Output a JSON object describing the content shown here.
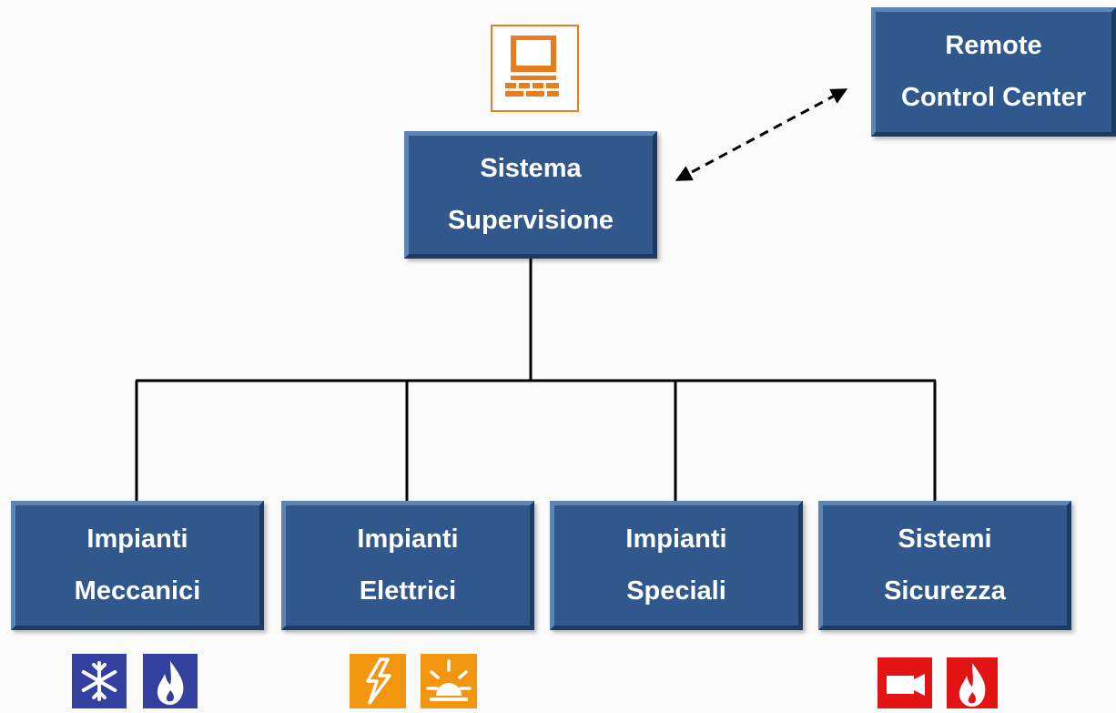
{
  "nodes": {
    "supervision": {
      "line1": "Sistema",
      "line2": "Supervisione"
    },
    "remote": {
      "line1": "Remote",
      "line2": "Control Center"
    },
    "mechanical": {
      "line1": "Impianti",
      "line2": "Meccanici"
    },
    "electrical": {
      "line1": "Impianti",
      "line2": "Elettrici"
    },
    "special": {
      "line1": "Impianti",
      "line2": "Speciali"
    },
    "security": {
      "line1": "Sistemi",
      "line2": "Sicurezza"
    }
  },
  "icons": {
    "supervision": [
      "computer-icon"
    ],
    "mechanical": [
      "snowflake-icon",
      "flame-icon"
    ],
    "electrical": [
      "lightning-icon",
      "light-icon"
    ],
    "security": [
      "camera-icon",
      "fire-icon"
    ]
  },
  "colors": {
    "box_fill": "#31588d",
    "box_light_edge": "#5e84b6",
    "box_dark_edge": "#1d3a63",
    "box_text": "#ffffff",
    "icon_orange": "#e97d1d",
    "icon_blue": "#3340a0",
    "icon_red": "#e41414",
    "connector": "#000000"
  }
}
